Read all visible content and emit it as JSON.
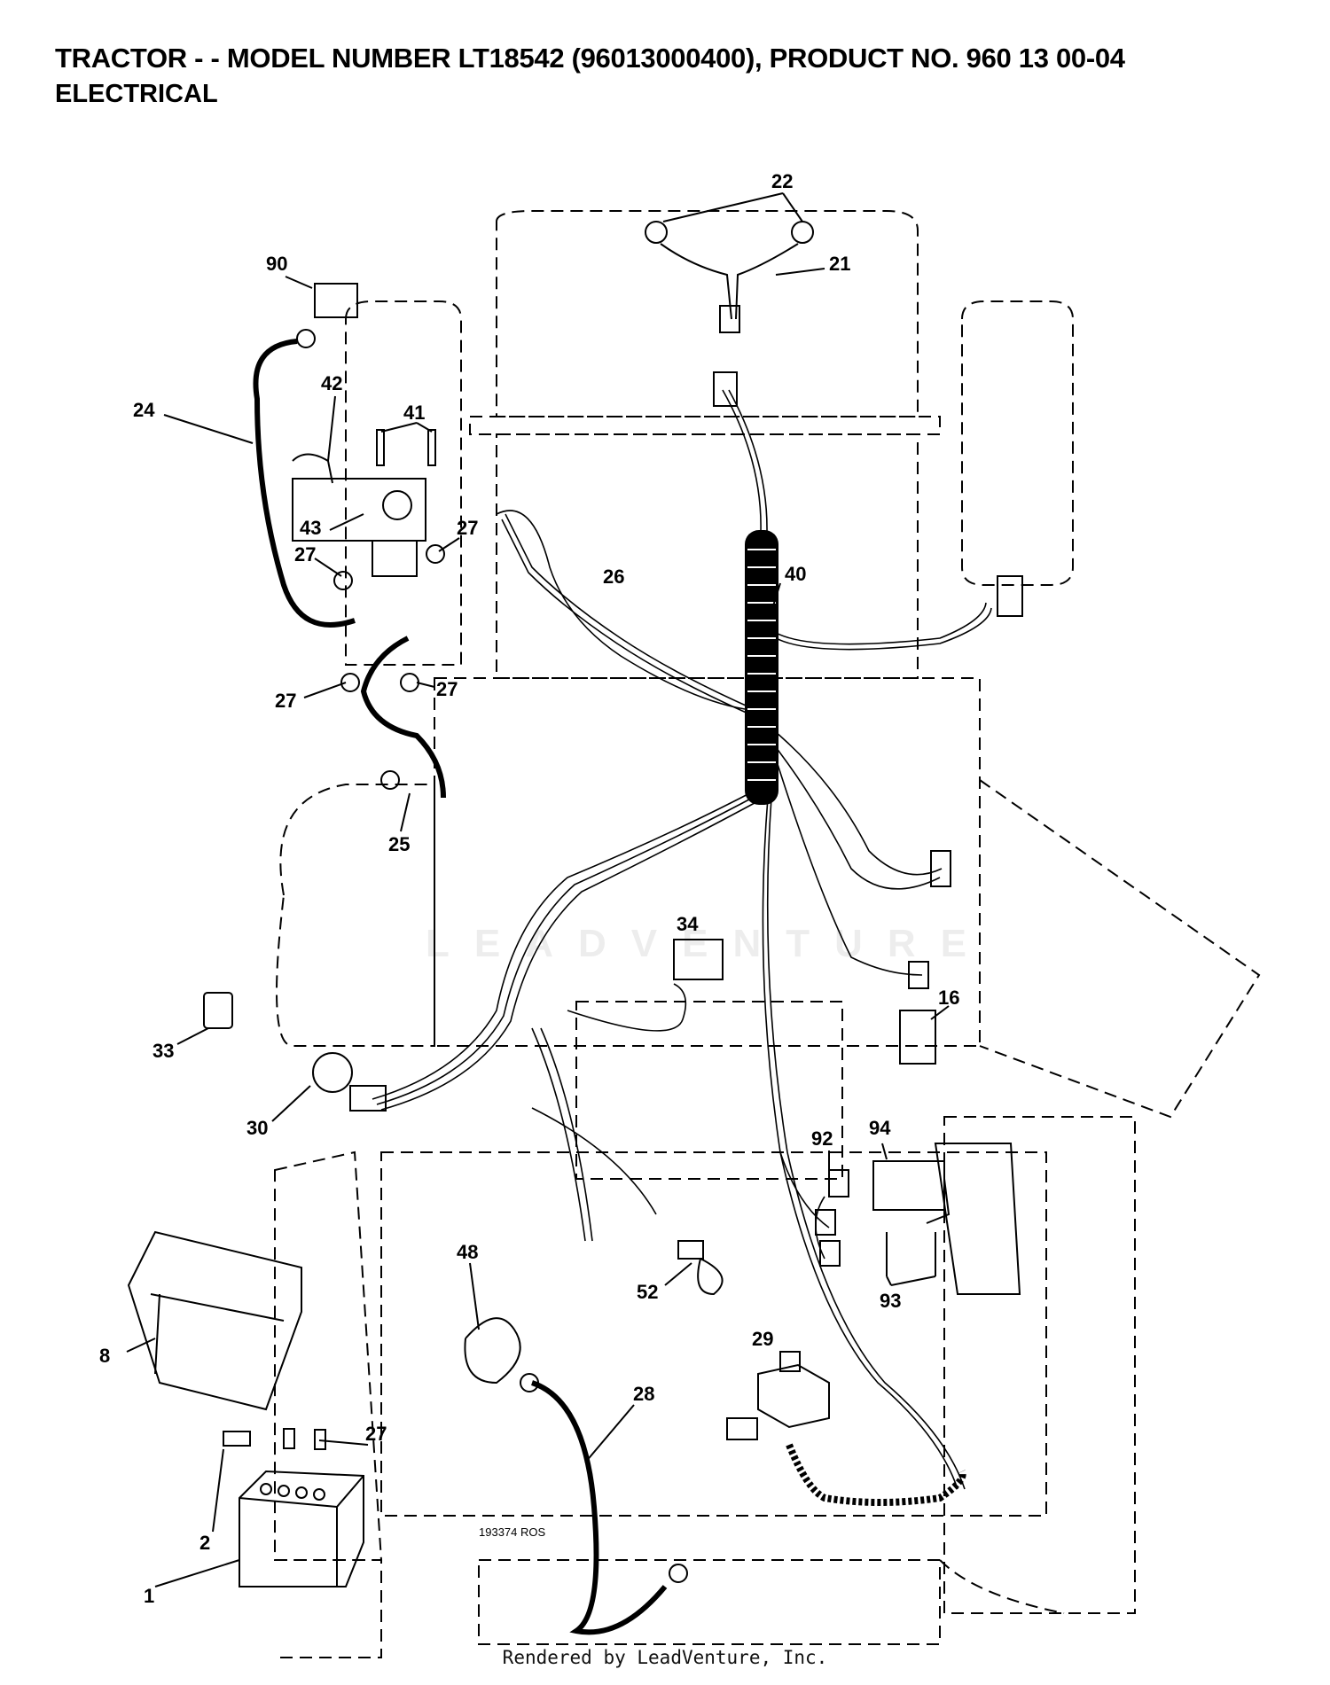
{
  "header": {
    "title": "TRACTOR - - MODEL NUMBER LT18542 (96013000400), PRODUCT NO. 960 13 00-04",
    "subtitle": "ELECTRICAL"
  },
  "diagram": {
    "drawing_number": "193374 ROS",
    "watermark": "LEADVENTURE",
    "callouts": [
      "22",
      "21",
      "90",
      "24",
      "42",
      "41",
      "43",
      "27",
      "27",
      "27",
      "27",
      "26",
      "40",
      "25",
      "34",
      "16",
      "33",
      "30",
      "92",
      "94",
      "93",
      "48",
      "52",
      "8",
      "27",
      "29",
      "28",
      "2",
      "1"
    ]
  },
  "footer": {
    "rendered_by": "Rendered by LeadVenture, Inc."
  }
}
